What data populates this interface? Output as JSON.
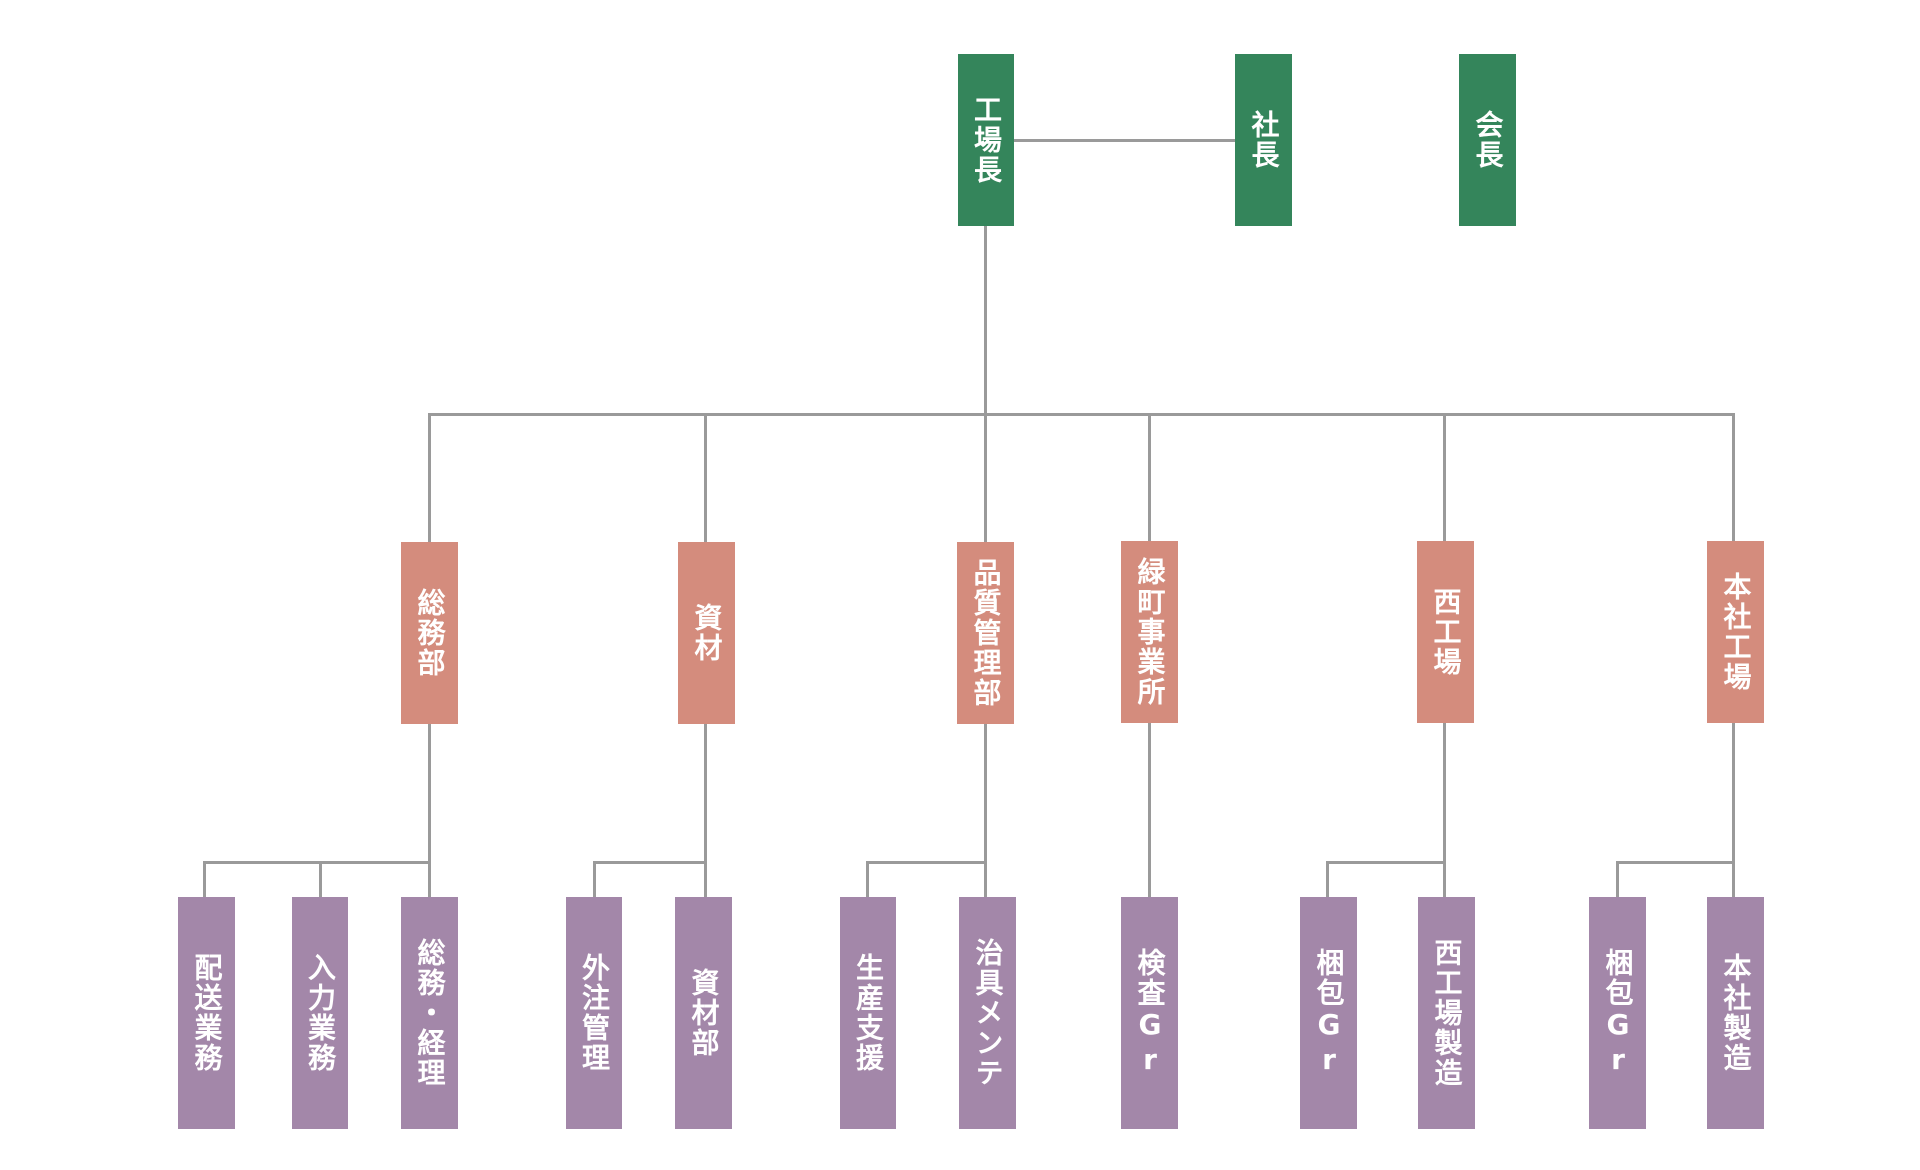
{
  "colors": {
    "executive": "#34855b",
    "department": "#d48c7d",
    "section": "#a387a9",
    "connector": "#9a9a9a"
  },
  "executives": {
    "plant_manager": "工場長",
    "president": "社長",
    "chairman": "会長"
  },
  "departments": [
    {
      "label": "総務部"
    },
    {
      "label": "資材"
    },
    {
      "label": "品質管理部"
    },
    {
      "label": "緑町事業所"
    },
    {
      "label": "西工場"
    },
    {
      "label": "本社工場"
    }
  ],
  "sections": [
    {
      "label": "配送業務",
      "parent": "総務部"
    },
    {
      "label": "入力業務",
      "parent": "総務部"
    },
    {
      "label": "総務・経理",
      "parent": "総務部"
    },
    {
      "label": "外注管理",
      "parent": "資材"
    },
    {
      "label": "資材部",
      "parent": "資材"
    },
    {
      "label": "生産支援",
      "parent": "品質管理部"
    },
    {
      "label": "治具メンテ",
      "parent": "品質管理部"
    },
    {
      "label": "検査Gr",
      "parent": "緑町事業所"
    },
    {
      "label": "梱包Gr",
      "parent": "西工場"
    },
    {
      "label": "西工場製造",
      "parent": "西工場"
    },
    {
      "label": "梱包Gr",
      "parent": "本社工場"
    },
    {
      "label": "本社製造",
      "parent": "本社工場"
    }
  ]
}
